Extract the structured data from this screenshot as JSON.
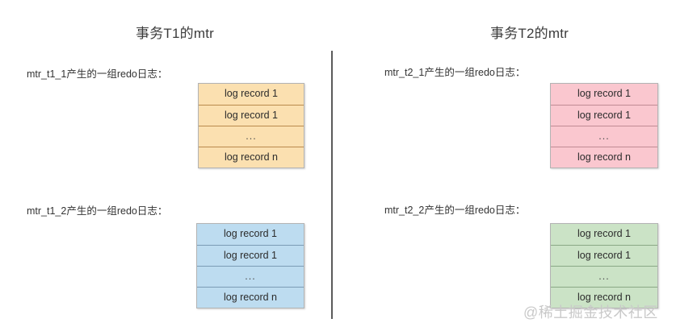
{
  "page": {
    "background": "#ffffff",
    "divider_color": "#5b5b5b"
  },
  "columns": [
    {
      "id": "t1",
      "title": "事务T1的mtr",
      "groups": [
        {
          "id": "mtr_t1_1",
          "caption": "mtr_t1_1产生的一组redo日志：",
          "fill": "#fbe0b0",
          "border": "#b98a4d",
          "rows": [
            "log record 1",
            "log record 1",
            "...",
            "log record n"
          ]
        },
        {
          "id": "mtr_t1_2",
          "caption": "mtr_t1_2产生的一组redo日志：",
          "fill": "#bddcf0",
          "border": "#7b9cb5",
          "rows": [
            "log record 1",
            "log record 1",
            "...",
            "log record n"
          ]
        }
      ]
    },
    {
      "id": "t2",
      "title": "事务T2的mtr",
      "groups": [
        {
          "id": "mtr_t2_1",
          "caption": "mtr_t2_1产生的一组redo日志：",
          "fill": "#fac7cf",
          "border": "#c08b94",
          "rows": [
            "log record 1",
            "log record 1",
            "...",
            "log record n"
          ]
        },
        {
          "id": "mtr_t2_2",
          "caption": "mtr_t2_2产生的一组redo日志：",
          "fill": "#cbe3c6",
          "border": "#8aa886",
          "rows": [
            "log record 1",
            "log record 1",
            "...",
            "log record n"
          ]
        }
      ]
    }
  ],
  "watermark": {
    "text": "@稀土掘金技术社区",
    "color": "#c9c9c9"
  }
}
